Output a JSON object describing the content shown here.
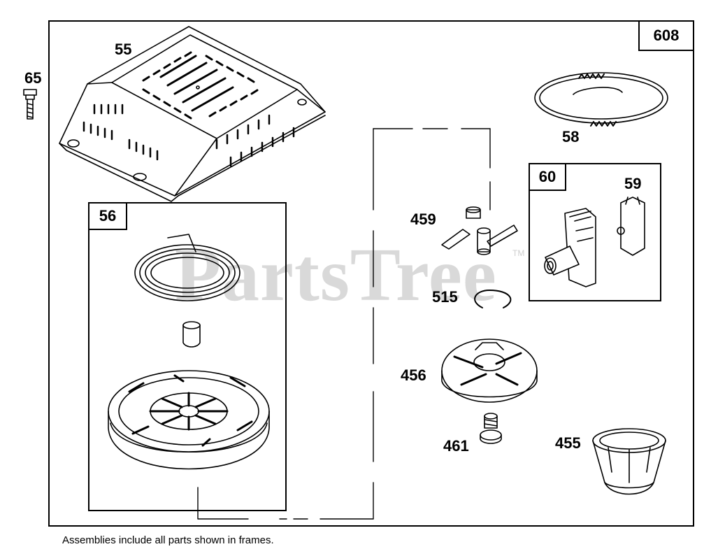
{
  "diagram": {
    "watermark": "PartsTree",
    "watermark_mark": "TM",
    "footnote": "Assemblies include all parts shown in frames.",
    "frames": {
      "main": "608",
      "starter": "56",
      "adapter": "60"
    },
    "parts": {
      "p65": "65",
      "p55": "55",
      "p58": "58",
      "p59": "59",
      "p459": "459",
      "p515": "515",
      "p456": "456",
      "p461": "461",
      "p455": "455"
    }
  }
}
